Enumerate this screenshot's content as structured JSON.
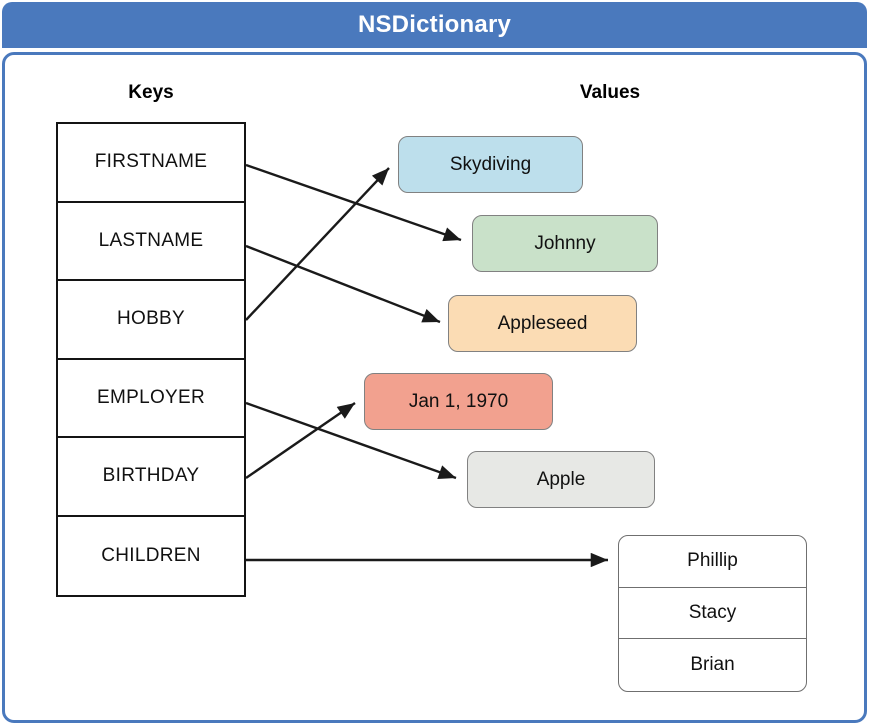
{
  "header": {
    "title": "NSDictionary",
    "bg": "#4A79BD"
  },
  "headings": {
    "keys": "Keys",
    "values": "Values"
  },
  "keys": {
    "items": [
      {
        "label": "FIRSTNAME"
      },
      {
        "label": "LASTNAME"
      },
      {
        "label": "HOBBY"
      },
      {
        "label": "EMPLOYER"
      },
      {
        "label": "BIRTHDAY"
      },
      {
        "label": "CHILDREN"
      }
    ]
  },
  "values": {
    "skydiving": {
      "label": "Skydiving",
      "bg": "#BDDFEC"
    },
    "johnny": {
      "label": "Johnny",
      "bg": "#C9E1C9"
    },
    "appleseed": {
      "label": "Appleseed",
      "bg": "#FBDCB4"
    },
    "birthday": {
      "label": "Jan 1, 1970",
      "bg": "#F2A18F"
    },
    "employer": {
      "label": "Apple",
      "bg": "#E7E8E5"
    },
    "children": {
      "items": [
        {
          "name": "Phillip"
        },
        {
          "name": "Stacy"
        },
        {
          "name": "Brian"
        }
      ]
    }
  },
  "connections": [
    {
      "from": "FIRSTNAME",
      "to": "Johnny"
    },
    {
      "from": "LASTNAME",
      "to": "Appleseed"
    },
    {
      "from": "HOBBY",
      "to": "Skydiving"
    },
    {
      "from": "EMPLOYER",
      "to": "Apple"
    },
    {
      "from": "BIRTHDAY",
      "to": "Jan 1, 1970"
    },
    {
      "from": "CHILDREN",
      "to": "Phillip, Stacy, Brian"
    }
  ]
}
